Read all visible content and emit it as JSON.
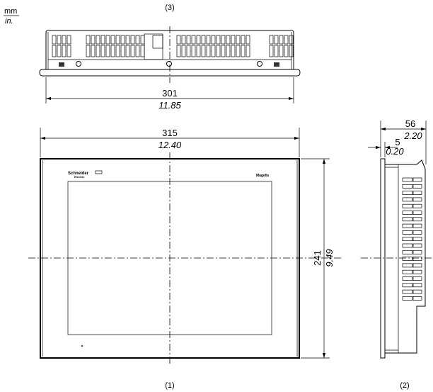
{
  "units": {
    "primary": "mm",
    "secondary": "in."
  },
  "views": {
    "top": {
      "label": "(3)",
      "width_mm": "301",
      "width_in": "11.85"
    },
    "front": {
      "label": "(1)",
      "width_mm": "315",
      "width_in": "12.40",
      "height_mm": "241",
      "height_in": "9.49",
      "brand_logo": "Schneider Electric",
      "product_logo": "Magelis"
    },
    "side": {
      "label": "(2)",
      "depth_mm": "56",
      "depth_in": "2.20",
      "bezel_mm": "5",
      "bezel_in": "0.20"
    }
  }
}
